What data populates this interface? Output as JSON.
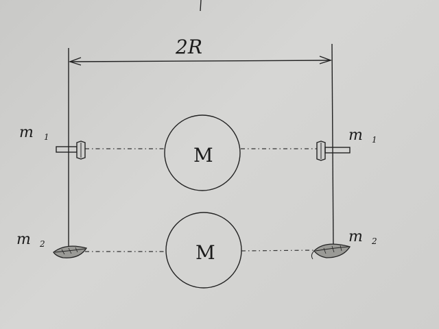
{
  "diagram": {
    "span_label": "2R",
    "masses": {
      "m1": {
        "letter": "m",
        "index": "1"
      },
      "m2": {
        "letter": "m",
        "index": "2"
      }
    },
    "center_masses": [
      "M",
      "M"
    ]
  }
}
